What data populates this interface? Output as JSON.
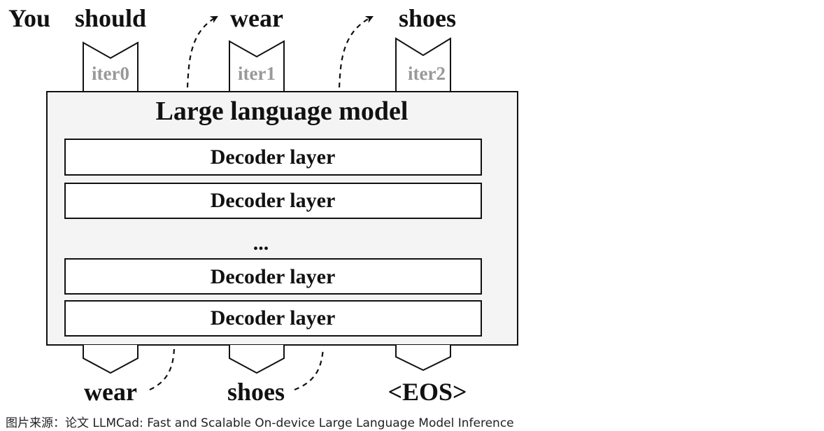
{
  "input_tokens": [
    "You",
    "should",
    "wear",
    "shoes"
  ],
  "output_tokens": [
    "wear",
    "shoes",
    "<EOS>"
  ],
  "iterations": [
    "iter0",
    "iter1",
    "iter2"
  ],
  "model": {
    "title": "Large language model",
    "layers_top": [
      "Decoder layer",
      "Decoder layer"
    ],
    "ellipsis": "...",
    "layers_bottom": [
      "Decoder layer",
      "Decoder layer"
    ]
  },
  "caption": "图片来源：论文 LLMCad: Fast and Scalable On-device Large Language Model Inference",
  "colors": {
    "stroke": "#1a1a1a",
    "model_fill": "#f4f4f4",
    "iter_text": "#999999"
  }
}
